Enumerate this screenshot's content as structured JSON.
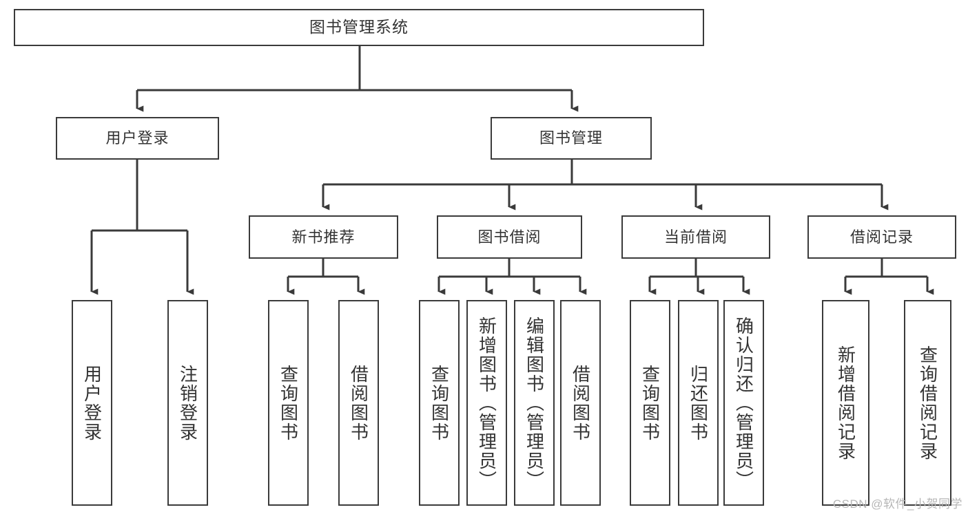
{
  "diagram": {
    "title": "图书管理系统",
    "type": "tree",
    "colors": {
      "box_border": "#3a3a3a",
      "box_fill": "#ffffff",
      "connector": "#3a3a3a",
      "text": "#333333",
      "background": "#ffffff",
      "watermark": "#b6b6b6"
    },
    "watermark": "CSDN @软件_小贺同学",
    "nodes": {
      "root": {
        "label": "图书管理系统"
      },
      "level1": [
        {
          "id": "user-login",
          "label": "用户登录"
        },
        {
          "id": "book-manage",
          "label": "图书管理"
        }
      ],
      "level2": [
        {
          "id": "new-book-recommend",
          "label": "新书推荐"
        },
        {
          "id": "book-borrow",
          "label": "图书借阅"
        },
        {
          "id": "current-borrow",
          "label": "当前借阅"
        },
        {
          "id": "borrow-record",
          "label": "借阅记录"
        }
      ],
      "leaves": {
        "user_login": [
          {
            "id": "leaf-user-login",
            "label": "用户登录"
          },
          {
            "id": "leaf-logout-login",
            "label": "注销登录"
          }
        ],
        "new_book_recommend": [
          {
            "id": "leaf-query-book-1",
            "label": "查询图书"
          },
          {
            "id": "leaf-borrow-book-1",
            "label": "借阅图书"
          }
        ],
        "book_borrow": [
          {
            "id": "leaf-query-book-2",
            "label": "查询图书"
          },
          {
            "id": "leaf-add-book",
            "label": "新增图书（管理员）"
          },
          {
            "id": "leaf-edit-book",
            "label": "编辑图书（管理员）"
          },
          {
            "id": "leaf-borrow-book-2",
            "label": "借阅图书"
          }
        ],
        "current_borrow": [
          {
            "id": "leaf-query-book-3",
            "label": "查询图书"
          },
          {
            "id": "leaf-return-book",
            "label": "归还图书"
          },
          {
            "id": "leaf-confirm-return",
            "label": "确认归还（管理员）"
          }
        ],
        "borrow_record": [
          {
            "id": "leaf-add-record",
            "label": "新增借阅记录"
          },
          {
            "id": "leaf-query-record",
            "label": "查询借阅记录"
          }
        ]
      }
    }
  }
}
